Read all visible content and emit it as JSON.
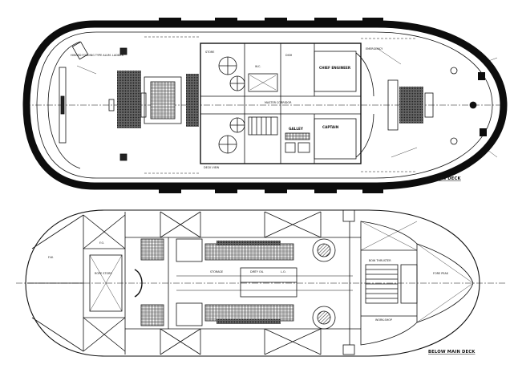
{
  "main_deck": {
    "title": "MAIN DECK",
    "labels": {
      "folding_ladder": "HINGED FOLDING TYPE ALUM. LADDER",
      "chief_engineer": "CHIEF ENGINEER",
      "captain": "CAPTAIN",
      "galley": "GALLEY",
      "master_corridor": "MASTER CORRIDOR",
      "deck_view": "DECK VIEW",
      "dish": "DISH",
      "emergency": "EMERGENCY",
      "wc": "W.C.",
      "store": "STORE"
    }
  },
  "below_main_deck": {
    "title": "BELOW MAIN DECK",
    "labels": {
      "rope_store": "ROPE STORE",
      "fresh_water": "F.W.",
      "fuel_oil": "F.O.",
      "dirty_oil": "DIRTY OIL",
      "lub_oil": "L.O.",
      "storage": "STORAGE",
      "fore_peak": "FORE PEAK",
      "workshop": "WORK-SHOP",
      "bow_thruster": "BOW THRUSTER"
    }
  },
  "colors": {
    "line": "#111111",
    "fender": "#0d0d0d",
    "hatch": "#555555",
    "background": "#ffffff"
  }
}
